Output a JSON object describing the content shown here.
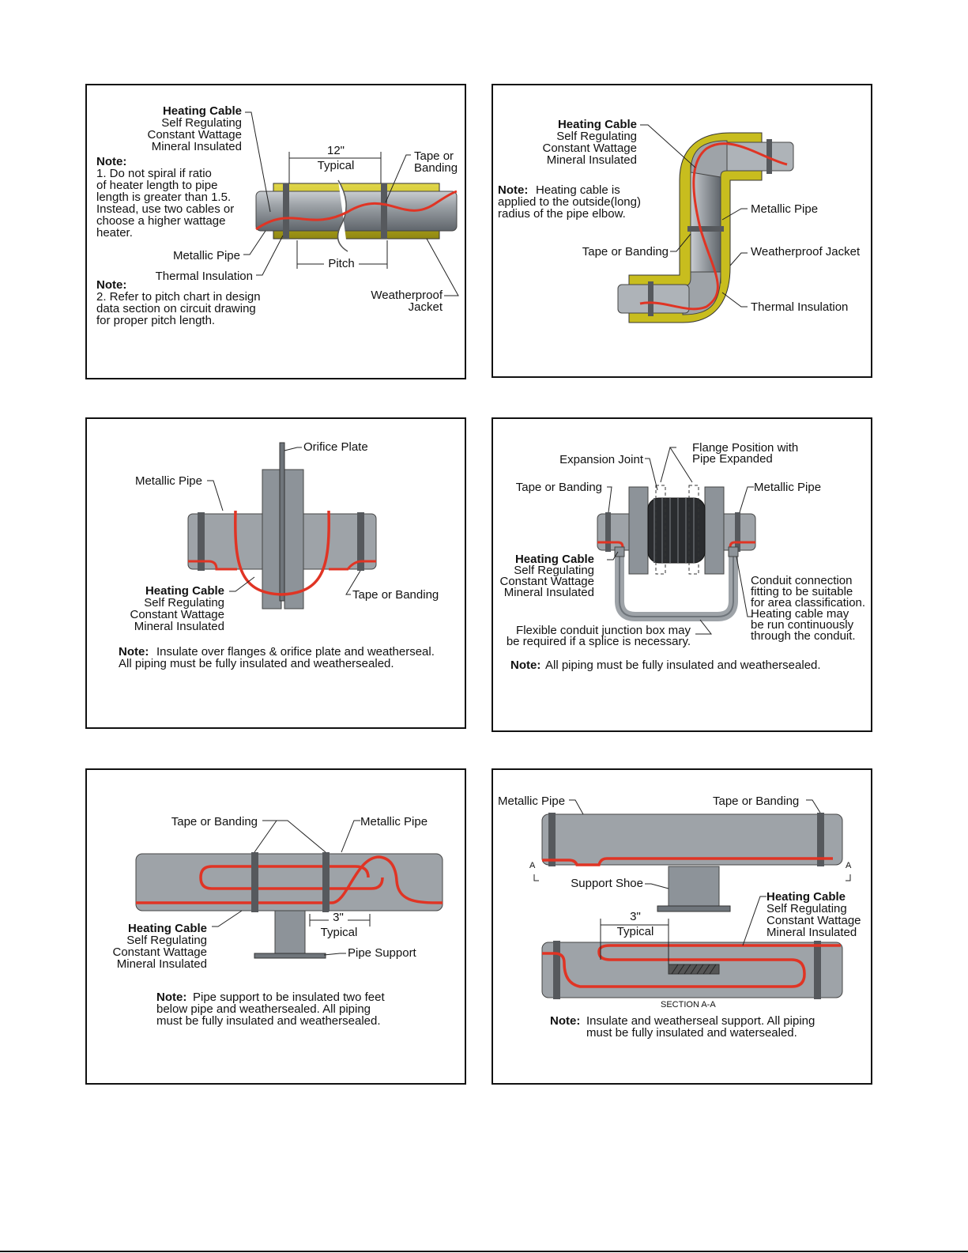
{
  "colors": {
    "pipe": "#9ea3a8",
    "pipe_dark": "#6f757b",
    "cable": "#e03424",
    "insulation": "#c8bd1e",
    "band": "#56595d",
    "flange": "#8d9399",
    "bellows": "#2a2c2f"
  },
  "cable_types": [
    "Self Regulating",
    "Constant Wattage",
    "Mineral Insulated"
  ],
  "p1": {
    "heating_cable": "Heating Cable",
    "note1_title": "Note:",
    "note1_lines": [
      "1. Do not spiral if ratio",
      "of heater length to pipe",
      "length is greater than 1.5.",
      "Instead, use two cables or",
      "choose a higher wattage",
      "heater."
    ],
    "dim_12": "12\"",
    "typical": "Typical",
    "tape_lines": [
      "Tape or",
      "Banding"
    ],
    "metallic_pipe": "Metallic Pipe",
    "pitch": "Pitch",
    "thermal_insulation": "Thermal Insulation",
    "note2_title": "Note:",
    "note2_lines": [
      "2. Refer to pitch chart in design",
      "data section on circuit drawing",
      "for proper pitch length."
    ],
    "jacket_lines": [
      "Weatherproof",
      "Jacket"
    ]
  },
  "p2": {
    "heating_cable": "Heating Cable",
    "note_title": "Note:",
    "note_lines": [
      "Heating cable is",
      "applied to the outside(long)",
      "radius of the pipe elbow."
    ],
    "metallic_pipe": "Metallic Pipe",
    "tape": "Tape or Banding",
    "jacket": "Weatherproof Jacket",
    "thermal_insulation": "Thermal Insulation"
  },
  "p3": {
    "orifice_plate": "Orifice Plate",
    "metallic_pipe": "Metallic Pipe",
    "heating_cable": "Heating Cable",
    "tape": "Tape or Banding",
    "note_title": "Note:",
    "note_lines": [
      "Insulate over flanges & orifice plate and weatherseal.",
      "All piping must be fully insulated and weathersealed."
    ]
  },
  "p4": {
    "flange_lines": [
      "Flange Position with",
      "Pipe Expanded"
    ],
    "expansion_joint": "Expansion Joint",
    "tape": "Tape or Banding",
    "metallic_pipe": "Metallic Pipe",
    "heating_cable": "Heating Cable",
    "conduit_lines": [
      "Conduit connection",
      "fitting to be suitable",
      "for area classification.",
      "Heating cable may",
      "be run continuously",
      "through the conduit."
    ],
    "flex_lines": [
      "Flexible conduit junction box may",
      "be required if a splice is necessary."
    ],
    "note_title": "Note:",
    "note_text": "All piping must be fully insulated and weathersealed."
  },
  "p5": {
    "tape": "Tape or Banding",
    "metallic_pipe": "Metallic Pipe",
    "heating_cable": "Heating Cable",
    "dim_3": "3\"",
    "typical": "Typical",
    "pipe_support": "Pipe Support",
    "note_title": "Note:",
    "note_lines": [
      "Pipe support to be insulated two feet",
      "below pipe and weathersealed.  All piping",
      "must be fully insulated and weathersealed."
    ]
  },
  "p6": {
    "metallic_pipe": "Metallic Pipe",
    "tape": "Tape or Banding",
    "section_mark": "A",
    "support_shoe": "Support Shoe",
    "heating_cable": "Heating Cable",
    "dim_3": "3\"",
    "typical": "Typical",
    "section_label": "SECTION A-A",
    "note_title": "Note:",
    "note_lines": [
      "Insulate and weatherseal support.  All piping",
      "must be fully insulated and watersealed."
    ]
  }
}
